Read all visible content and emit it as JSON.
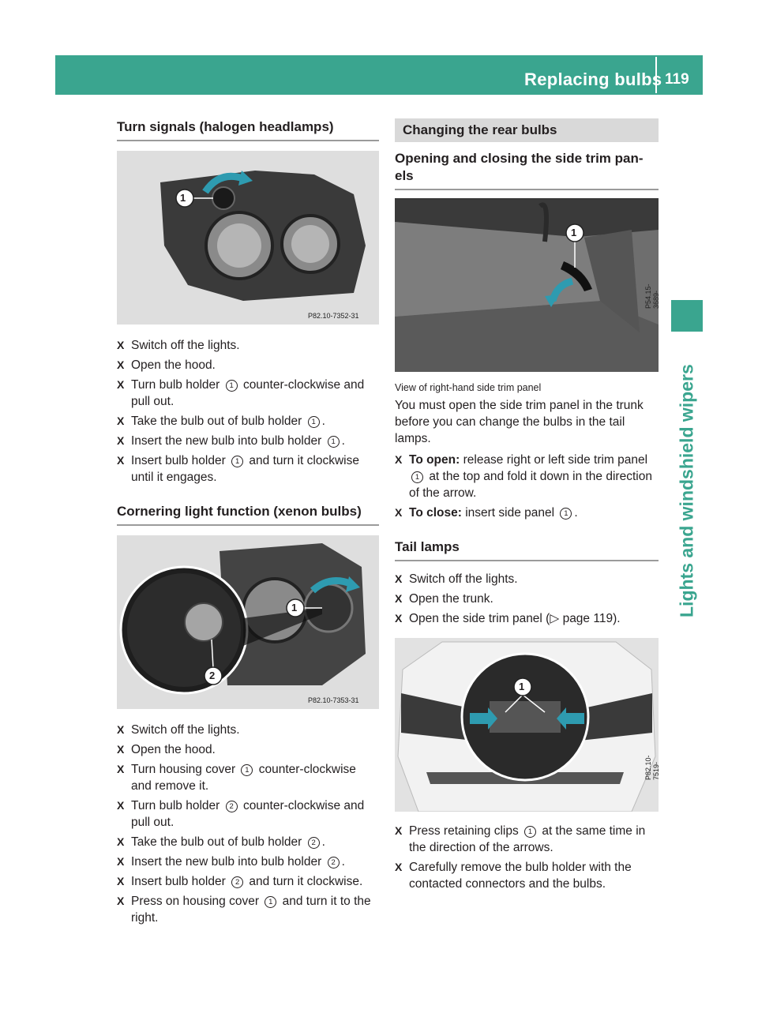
{
  "header": {
    "title": "Replacing bulbs",
    "page": "119"
  },
  "side_label": "Lights and windshield wipers",
  "left": {
    "section1": {
      "heading": "Turn signals (halogen headlamps)",
      "figure_code": "P82.10-7352-31",
      "callout": "1",
      "steps": [
        {
          "pre": "Switch off the lights."
        },
        {
          "pre": "Open the hood."
        },
        {
          "pre": "Turn bulb holder",
          "num": "1",
          "post": "counter-clockwise and pull out."
        },
        {
          "pre": "Take the bulb out of bulb holder",
          "num": "1",
          "post": "."
        },
        {
          "pre": "Insert the new bulb into bulb holder",
          "num": "1",
          "post": "."
        },
        {
          "pre": "Insert bulb holder",
          "num": "1",
          "post": "and turn it clockwise until it engages."
        }
      ]
    },
    "section2": {
      "heading": "Cornering light function (xenon bulbs)",
      "figure_code": "P82.10-7353-31",
      "callout1": "1",
      "callout2": "2",
      "steps": [
        {
          "pre": "Switch off the lights."
        },
        {
          "pre": "Open the hood."
        },
        {
          "pre": "Turn housing cover",
          "num": "1",
          "post": "counter-clockwise and remove it."
        },
        {
          "pre": "Turn bulb holder",
          "num": "2",
          "post": "counter-clockwise and pull out."
        },
        {
          "pre": "Take the bulb out of bulb holder",
          "num": "2",
          "post": "."
        },
        {
          "pre": "Insert the new bulb into bulb holder",
          "num": "2",
          "post": "."
        },
        {
          "pre": "Insert bulb holder",
          "num": "2",
          "post": "and turn it clockwise."
        },
        {
          "pre": "Press on housing cover",
          "num": "1",
          "post": "and turn it to the right."
        }
      ]
    }
  },
  "right": {
    "band": "Changing the rear bulbs",
    "section3": {
      "heading": "Opening and closing the side trim pan-els",
      "figure_code": "P54.15-3689-31",
      "callout": "1",
      "caption": "View of right-hand side trim panel",
      "para": "You must open the side trim panel in the trunk before you can change the bulbs in the tail lamps.",
      "steps": [
        {
          "label": "To open:",
          "pre": "release right or left side trim panel",
          "num": "1",
          "post": "at the top and fold it down in the direction of the arrow."
        },
        {
          "label": "To close:",
          "pre": "insert side panel",
          "num": "1",
          "post": "."
        }
      ]
    },
    "section4": {
      "heading": "Tail lamps",
      "figure_code": "P82.10-7519-31",
      "callout": "1",
      "steps_a": [
        {
          "pre": "Switch off the lights."
        },
        {
          "pre": "Open the trunk."
        },
        {
          "pre": "Open the side trim panel (▷ page 119)."
        }
      ],
      "steps_b": [
        {
          "pre": "Press retaining clips",
          "num": "1",
          "post": "at the same time in the direction of the arrows."
        },
        {
          "pre": "Carefully remove the bulb holder with the contacted connectors and the bulbs."
        }
      ]
    }
  }
}
